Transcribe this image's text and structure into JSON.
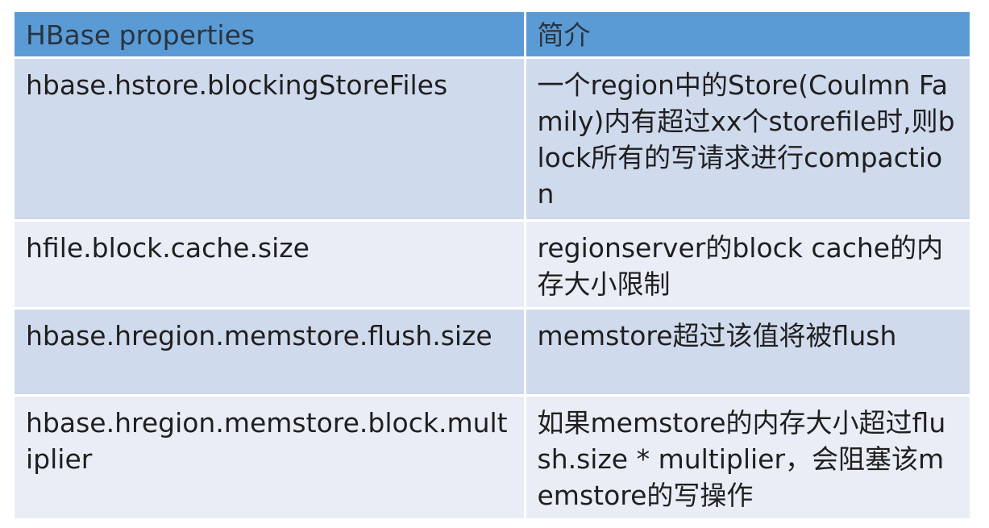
{
  "table": {
    "headers": [
      "HBase properties",
      "简介"
    ],
    "rows": [
      {
        "property": "hbase.hstore.blockingStoreFiles",
        "description": "一个region中的Store(Coulmn Family)内有超过xx个storefile时,则block所有的写请求进行compaction"
      },
      {
        "property": "hfile.block.cache.size",
        "description": "regionserver的block cache的内存大小限制"
      },
      {
        "property": "hbase.hregion.memstore.flush.size",
        "description": "memstore超过该值将被flush"
      },
      {
        "property": "hbase.hregion.memstore.block.multiplier",
        "description": "如果memstore的内存大小超过flush.size * multiplier，会阻塞该memstore的写操作"
      }
    ]
  },
  "colors": {
    "header_bg": "#5b9bd5",
    "row_dark": "#d0daed",
    "row_light": "#e9edf6"
  }
}
